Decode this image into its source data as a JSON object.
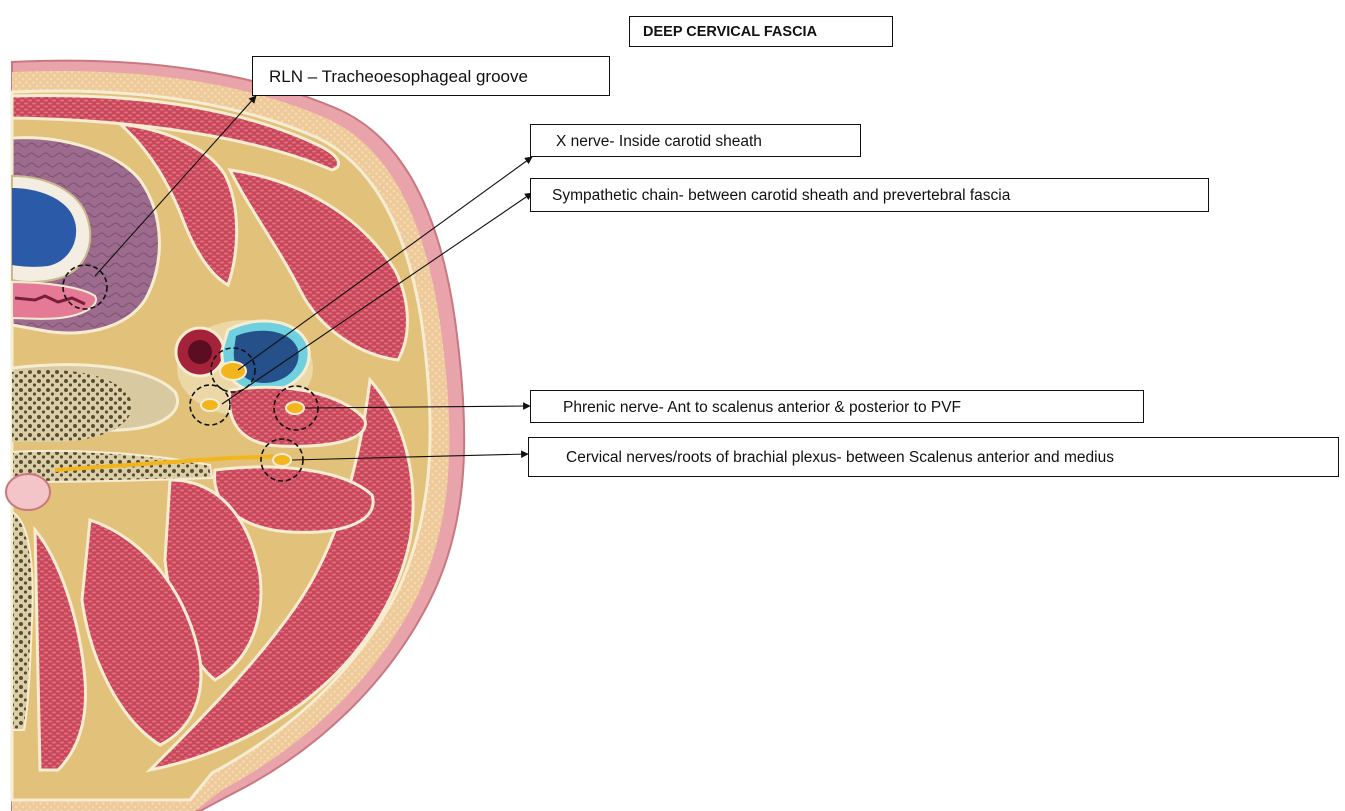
{
  "title": "DEEP CERVICAL FASCIA",
  "labels": {
    "rln": "RLN – Tracheoesophageal groove",
    "vagus": "X nerve- Inside carotid sheath",
    "sympathetic": "Sympathetic chain- between carotid sheath and prevertebral fascia",
    "phrenic": "Phrenic nerve- Ant to scalenus anterior & posterior to PVF",
    "cervical": "Cervical nerves/roots of brachial plexus- between Scalenus anterior and medius"
  },
  "colors": {
    "skin": "#e9a3aa",
    "fat": "#eec99a",
    "muscle": "#c8475a",
    "fascia": "#f6ecd2",
    "thyroid": "#9c6b8e",
    "artery": "#a5233a",
    "vein": "#25508a",
    "nerve": "#f3b51c",
    "bone": "#8a7a58",
    "trachea_blue": "#2a5aa8"
  }
}
